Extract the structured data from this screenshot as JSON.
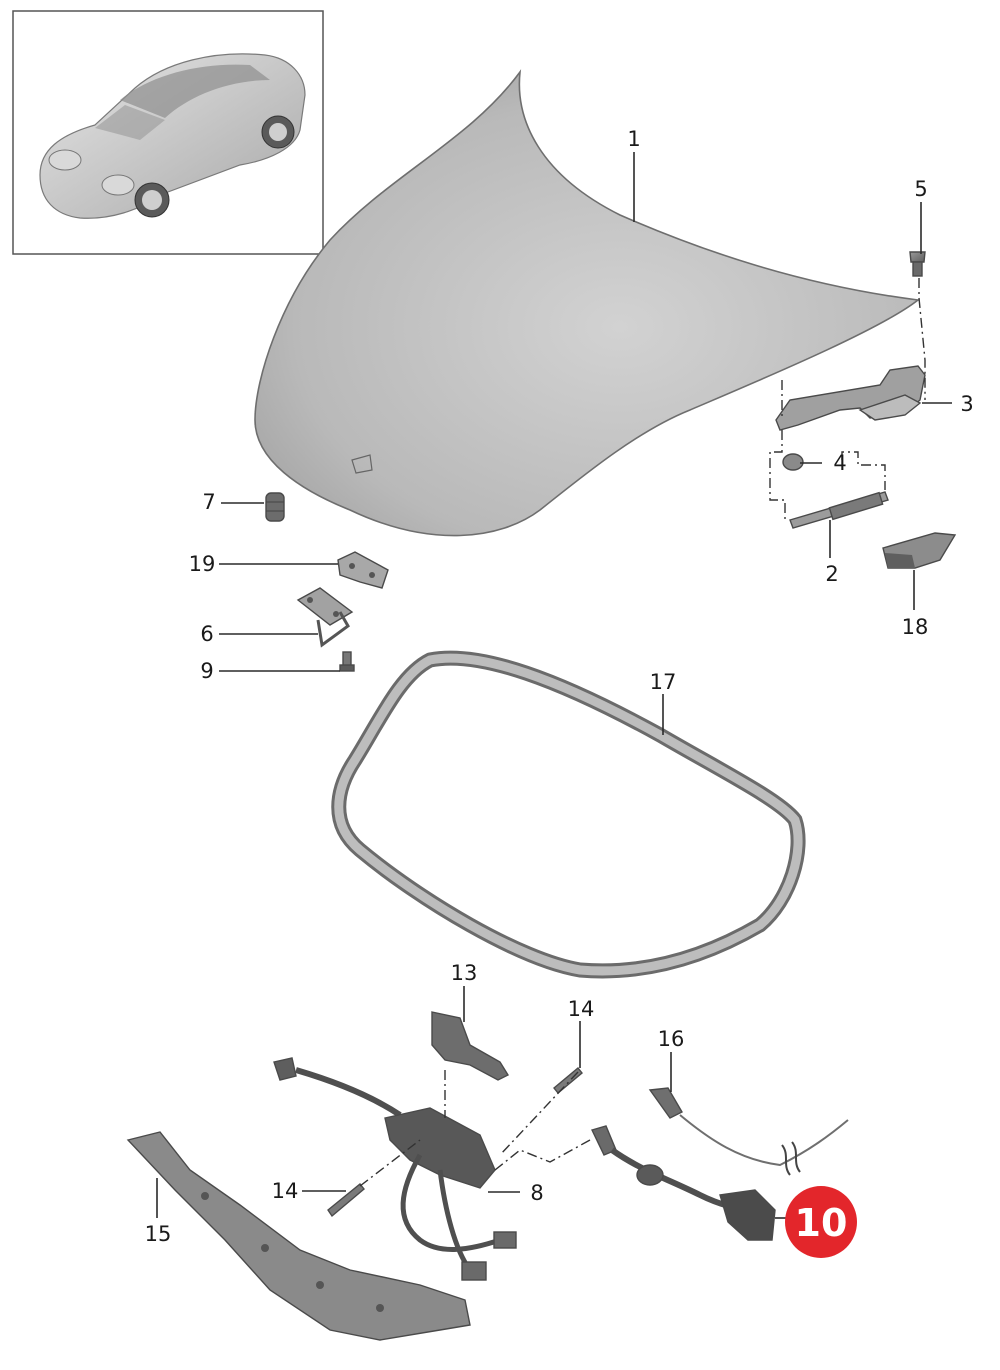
{
  "diagram": {
    "labels": {
      "l1": "1",
      "l2": "2",
      "l3": "3",
      "l4": "4",
      "l5": "5",
      "l6": "6",
      "l7": "7",
      "l8": "8",
      "l9": "9",
      "l13": "13",
      "l14a": "14",
      "l14b": "14",
      "l15": "15",
      "l16": "16",
      "l17": "17",
      "l18": "18",
      "l19": "19"
    },
    "highlight_badge": {
      "text": "10",
      "color": "#e3262b"
    }
  }
}
